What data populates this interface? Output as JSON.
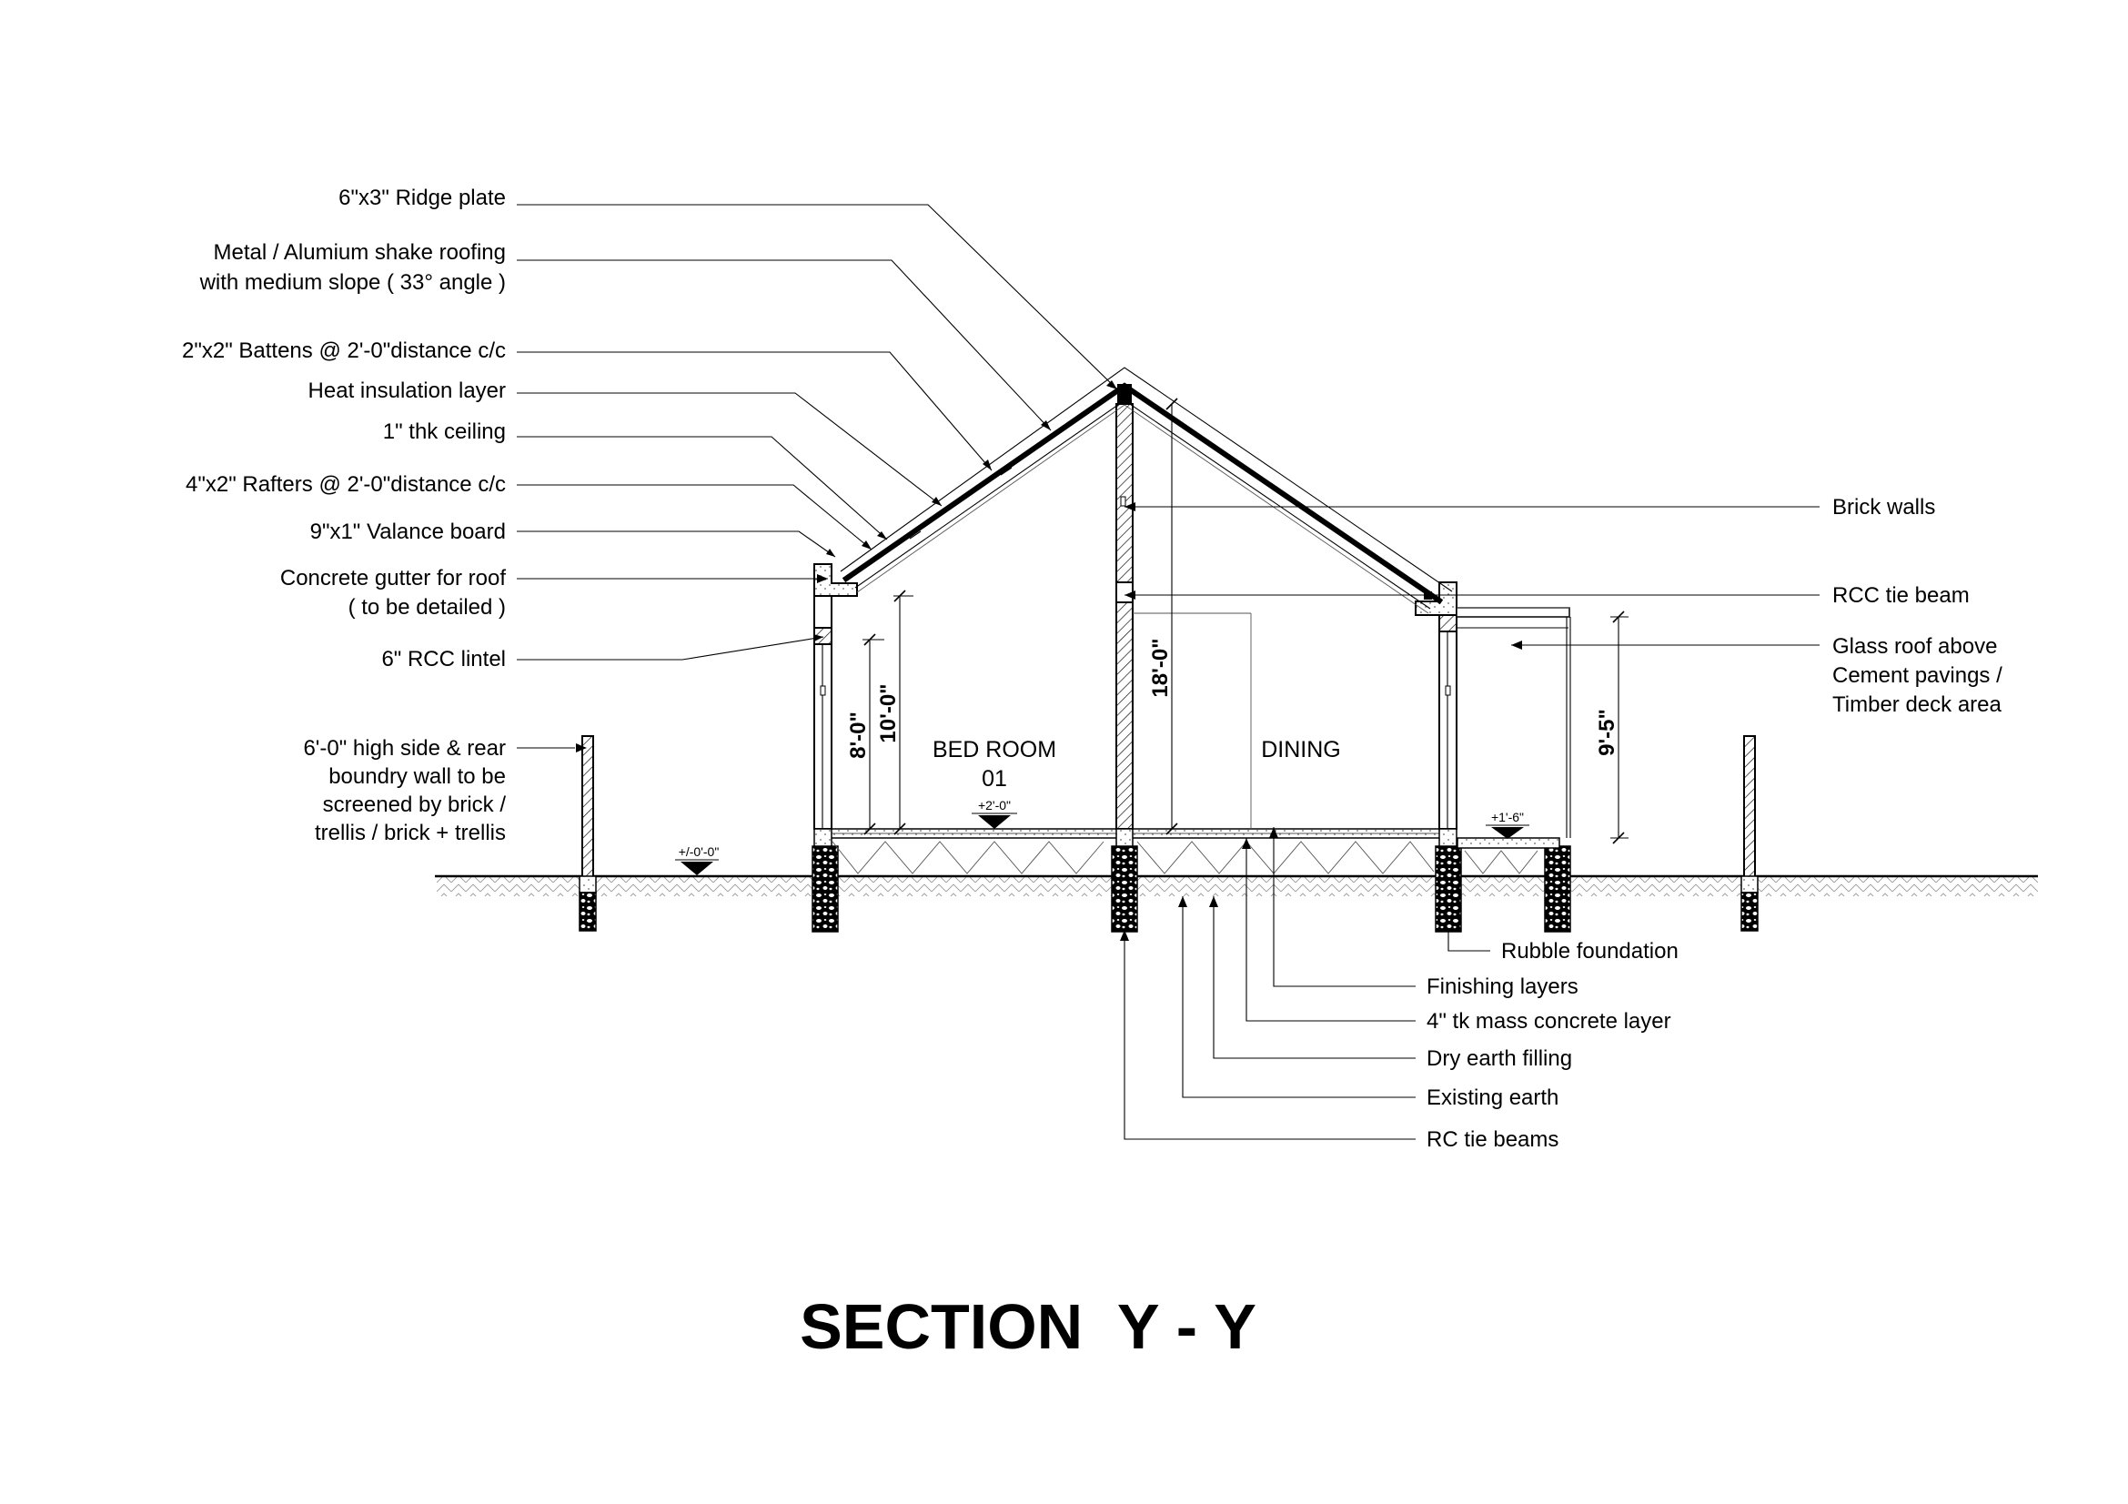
{
  "title": "SECTION  Y - Y",
  "labels_left": {
    "ridge_plate": "6\"x3\" Ridge plate",
    "roofing_1": "Metal / Alumium shake roofing",
    "roofing_2": "with medium slope ( 33° angle )",
    "battens": "2\"x2\" Battens @ 2'-0\"distance c/c",
    "insulation": "Heat insulation layer",
    "ceiling": "1\" thk ceiling",
    "rafters": "4\"x2\" Rafters @ 2'-0\"distance c/c",
    "valance": "9\"x1\" Valance board",
    "gutter_1": "Concrete gutter for roof",
    "gutter_2": "( to be detailed )",
    "lintel": "6\" RCC lintel",
    "boundary_1": "6'-0\" high side & rear",
    "boundary_2": "boundry wall to be",
    "boundary_3": "screened by brick /",
    "boundary_4": "trellis / brick + trellis"
  },
  "labels_right": {
    "brick_walls": "Brick walls",
    "tie_beam": "RCC tie beam",
    "glass_1": "Glass roof above",
    "glass_2": "Cement pavings /",
    "glass_3": "Timber deck area"
  },
  "labels_bottom": {
    "rubble": "Rubble foundation",
    "finishing": "Finishing layers",
    "mass_concrete": "4\" tk mass concrete layer",
    "dry_earth": "Dry earth filling",
    "existing_earth": "Existing earth",
    "rc_tie_beams": "RC tie beams"
  },
  "rooms": {
    "bedroom_1": "BED ROOM",
    "bedroom_2": "01",
    "dining": "DINING"
  },
  "dimensions": {
    "d8": "8'-0\"",
    "d10": "10'-0\"",
    "d18": "18'-0\"",
    "d95": "9'-5\""
  },
  "levels": {
    "ground": "+/-0'-0\"",
    "floor": "+2'-0\"",
    "deck": "+1'-6\""
  },
  "roof_slope_deg": 33
}
